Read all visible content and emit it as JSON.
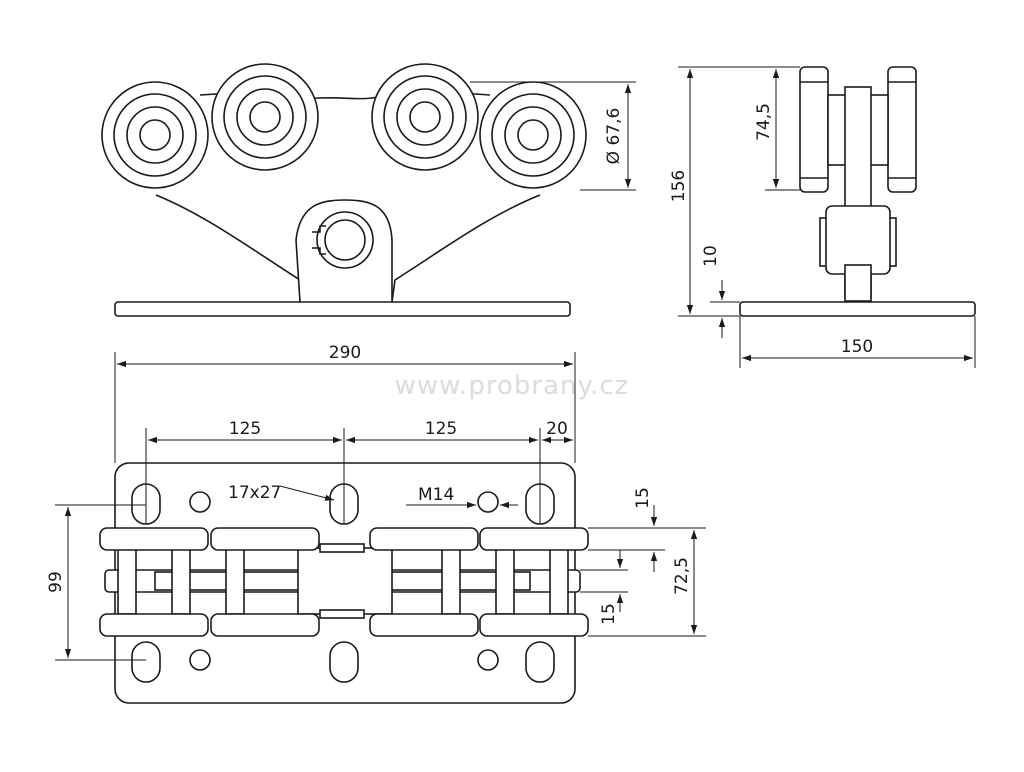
{
  "watermark": "www.probrany.cz",
  "colors": {
    "line": "#1a1a1a",
    "watermark": "#dcdcdc",
    "background": "#ffffff"
  },
  "dimensions": {
    "wheel_diameter": "Ø 67,6",
    "total_height": "156",
    "wheel_height": "74,5",
    "plate_thickness": "10",
    "plate_depth": "150",
    "plate_length": "290",
    "hole_spacing_left": "125",
    "hole_spacing_right": "125",
    "edge_offset": "20",
    "slot_size": "17x27",
    "thread": "M14",
    "hole_row_spacing": "99",
    "wheel_offset_top": "15",
    "wheel_offset_bottom": "15",
    "wheel_track_width": "72,5"
  }
}
